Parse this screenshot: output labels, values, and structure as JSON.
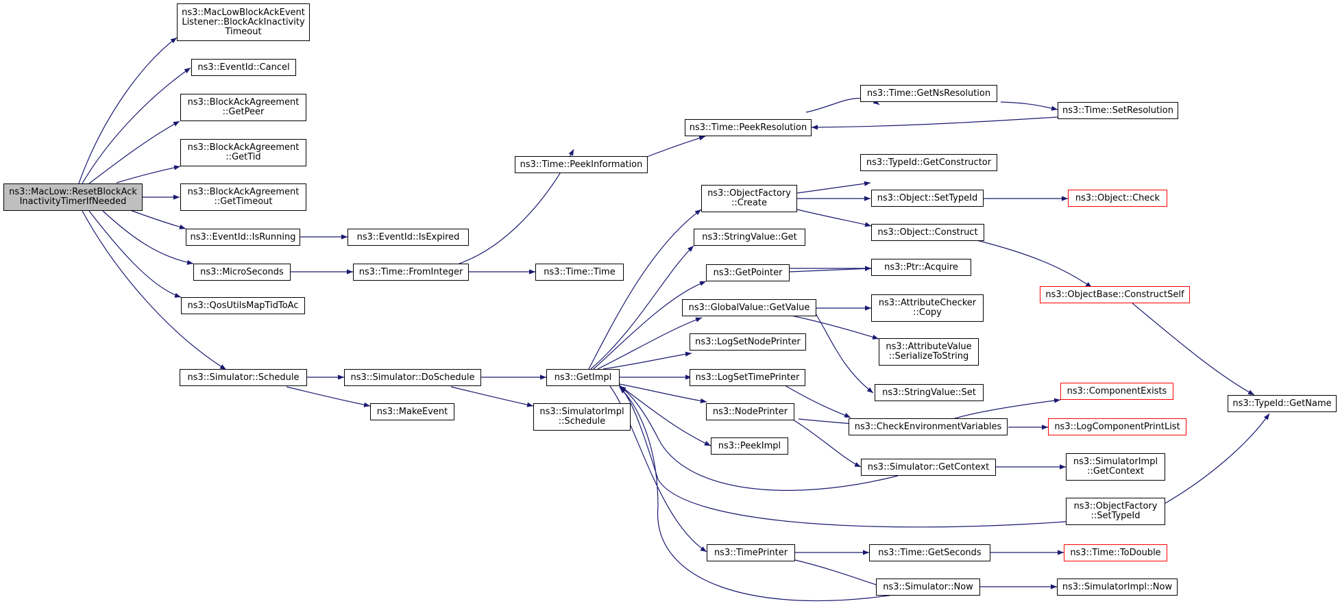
{
  "colors": {
    "edge": "#191970",
    "root_fill": "#bfbfbf",
    "truncated_border": "#ff0000"
  },
  "nodes": {
    "reset_block_ack": [
      "ns3::MacLow::ResetBlockAck",
      "InactivityTimerIfNeeded"
    ],
    "block_ack_inactivity_timeout": [
      "ns3::MacLowBlockAckEvent",
      "Listener::BlockAckInactivity",
      "Timeout"
    ],
    "eventid_cancel": [
      "ns3::EventId::Cancel"
    ],
    "baa_getpeer": [
      "ns3::BlockAckAgreement",
      "::GetPeer"
    ],
    "baa_gettid": [
      "ns3::BlockAckAgreement",
      "::GetTid"
    ],
    "baa_gettimeout": [
      "ns3::BlockAckAgreement",
      "::GetTimeout"
    ],
    "eventid_isrunning": [
      "ns3::EventId::IsRunning"
    ],
    "eventid_isexpired": [
      "ns3::EventId::IsExpired"
    ],
    "microseconds": [
      "ns3::MicroSeconds"
    ],
    "time_frominteger": [
      "ns3::Time::FromInteger"
    ],
    "time_time": [
      "ns3::Time::Time"
    ],
    "qos_map": [
      "ns3::QosUtilsMapTidToAc"
    ],
    "simulator_schedule": [
      "ns3::Simulator::Schedule"
    ],
    "simulator_doschedule": [
      "ns3::Simulator::DoSchedule"
    ],
    "makeevent": [
      "ns3::MakeEvent"
    ],
    "simimpl_schedule": [
      "ns3::SimulatorImpl",
      "::Schedule"
    ],
    "getimpl": [
      "ns3::GetImpl"
    ],
    "time_peekinformation": [
      "ns3::Time::PeekInformation"
    ],
    "time_peekresolution": [
      "ns3::Time::PeekResolution"
    ],
    "time_getnsresolution": [
      "ns3::Time::GetNsResolution"
    ],
    "time_setresolution": [
      "ns3::Time::SetResolution"
    ],
    "objectfactory_create": [
      "ns3::ObjectFactory",
      "::Create"
    ],
    "typeid_getconstructor": [
      "ns3::TypeId::GetConstructor"
    ],
    "object_settypeid": [
      "ns3::Object::SetTypeId"
    ],
    "object_check": [
      "ns3::Object::Check"
    ],
    "object_construct": [
      "ns3::Object::Construct"
    ],
    "stringvalue_get": [
      "ns3::StringValue::Get"
    ],
    "getpointer": [
      "ns3::GetPointer"
    ],
    "ptr_acquire": [
      "ns3::Ptr::Acquire"
    ],
    "objectbase_constructself": [
      "ns3::ObjectBase::ConstructSelf"
    ],
    "globalvalue_getvalue": [
      "ns3::GlobalValue::GetValue"
    ],
    "attributechecker_copy": [
      "ns3::AttributeChecker",
      "::Copy"
    ],
    "attributevalue_serialize": [
      "ns3::AttributeValue",
      "::SerializeToString"
    ],
    "lognodeprinter": [
      "ns3::LogSetNodePrinter"
    ],
    "logtimeprinter": [
      "ns3::LogSetTimePrinter"
    ],
    "stringvalue_set": [
      "ns3::StringValue::Set"
    ],
    "nodeprinter": [
      "ns3::NodePrinter"
    ],
    "componentexists": [
      "ns3::ComponentExists"
    ],
    "checkenv": [
      "ns3::CheckEnvironmentVariables"
    ],
    "logcomponentprintlist": [
      "ns3::LogComponentPrintList"
    ],
    "typeid_getname": [
      "ns3::TypeId::GetName"
    ],
    "peekimpl": [
      "ns3::PeekImpl"
    ],
    "simulator_getcontext": [
      "ns3::Simulator::GetContext"
    ],
    "simimpl_getcontext": [
      "ns3::SimulatorImpl",
      "::GetContext"
    ],
    "objectfactory_settypeid": [
      "ns3::ObjectFactory",
      "::SetTypeId"
    ],
    "timeprinter": [
      "ns3::TimePrinter"
    ],
    "time_getseconds": [
      "ns3::Time::GetSeconds"
    ],
    "time_todouble": [
      "ns3::Time::ToDouble"
    ],
    "simulator_now": [
      "ns3::Simulator::Now"
    ],
    "simimpl_now": [
      "ns3::SimulatorImpl::Now"
    ]
  }
}
